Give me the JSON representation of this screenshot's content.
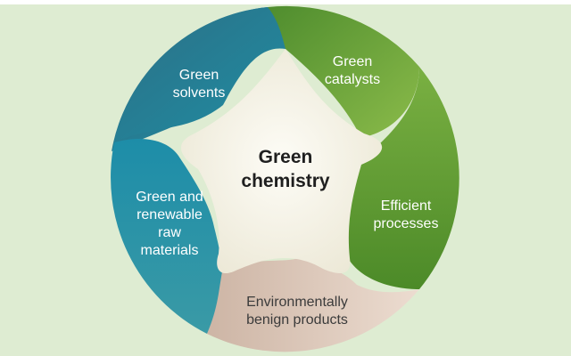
{
  "center": {
    "line1": "Green",
    "line2": "chemistry"
  },
  "segments": {
    "green_solvents": {
      "line1": "Green",
      "line2": "solvents",
      "color": "#23778f"
    },
    "green_catalysts": {
      "line1": "Green",
      "line2": "catalysts",
      "color": "#6aa53a"
    },
    "efficient_processes": {
      "line1": "Efficient",
      "line2": "processes",
      "color": "#5f9a2f"
    },
    "environmentally_benign_products": {
      "line1": "Environmentally",
      "line2": "benign products",
      "color": "#e3cfc1"
    },
    "renewable_raw_materials": {
      "line1": "Green and",
      "line2": "renewable",
      "line3": "raw",
      "line4": "materials",
      "color": "#2a8da3"
    }
  },
  "colors": {
    "background": "#deecd2",
    "star": "#f7f4ea"
  }
}
